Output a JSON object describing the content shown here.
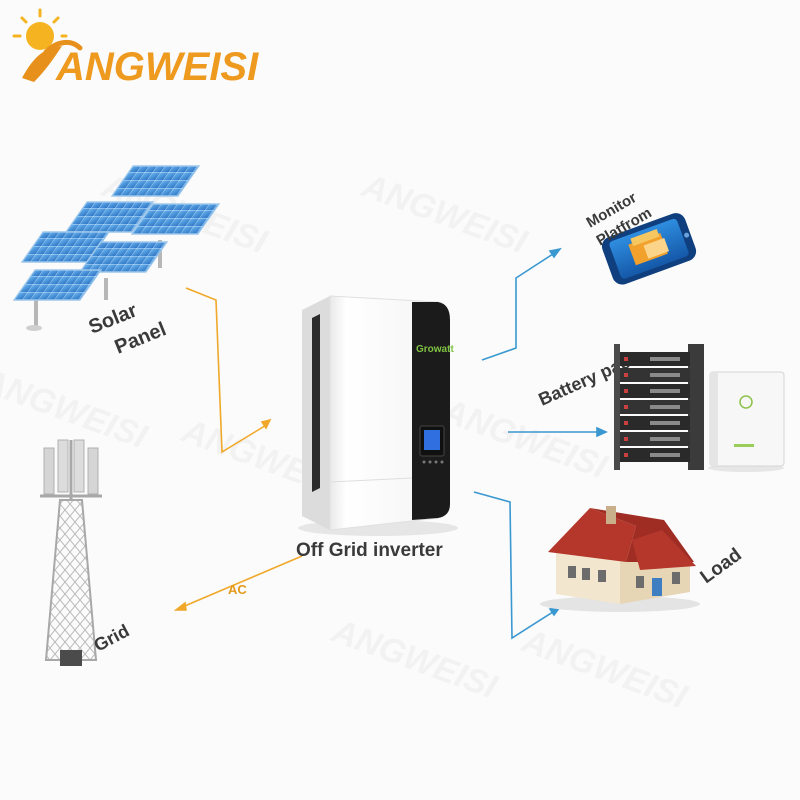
{
  "brand": {
    "name": "ANGWEISI"
  },
  "labels": {
    "solar_line1": "Solar",
    "solar_line2": "Panel",
    "grid": "Grid",
    "ac": "AC",
    "inverter_caption": "Off Grid inverter",
    "inverter_brand": "Growatt",
    "monitor_line1": "Monitor",
    "monitor_line2": "Platfrom",
    "battery": "Battery pack",
    "load": "Load"
  },
  "colors": {
    "orange_line": "#f0a82a",
    "blue_line": "#3a98d0",
    "panel_blue": "#3f8fd6",
    "roof_red": "#b5372c",
    "phone_blue": "#1f63b0"
  },
  "icons": {
    "logo": "sun-runner-logo",
    "solar": "solar-panel-array-icon",
    "tower": "grid-tower-icon",
    "inverter": "inverter-device-icon",
    "phone": "monitor-phone-icon",
    "battery_rack": "battery-rack-icon",
    "battery_wall": "wall-battery-icon",
    "house": "house-icon"
  }
}
